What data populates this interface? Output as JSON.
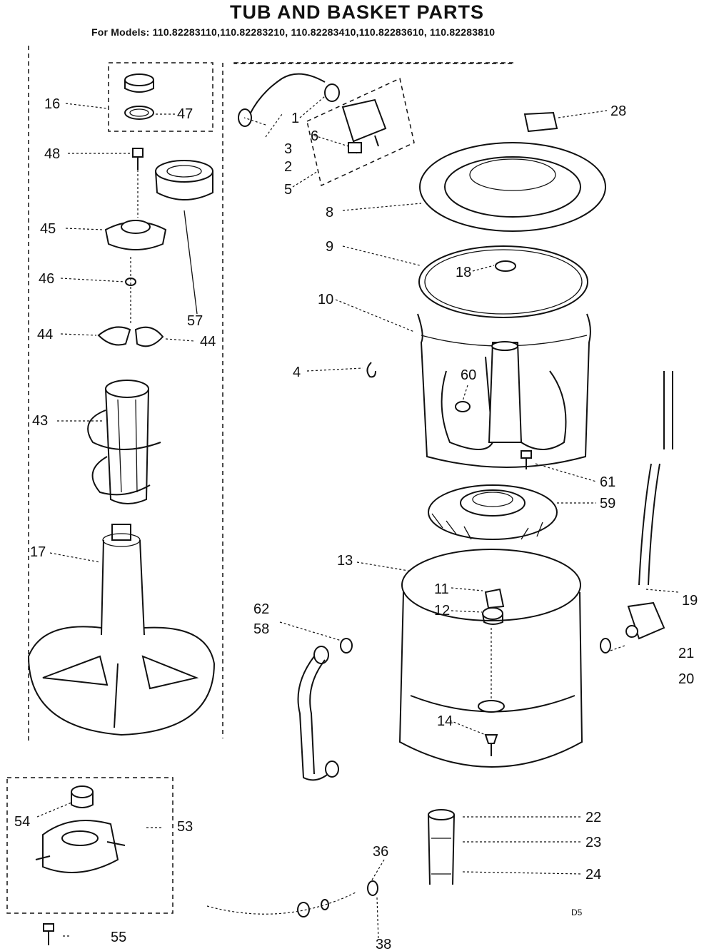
{
  "title": "TUB AND BASKET PARTS",
  "subtitle": "For Models: 110.82283110,110.82283210, 110.82283410,110.82283610, 110.82283810",
  "corner_code": "D5",
  "callouts": [
    "16",
    "47",
    "48",
    "45",
    "46",
    "44",
    "44",
    "43",
    "17",
    "57",
    "1",
    "3",
    "2",
    "6",
    "5",
    "28",
    "8",
    "9",
    "18",
    "10",
    "4",
    "60",
    "61",
    "59",
    "13",
    "11",
    "12",
    "62",
    "58",
    "14",
    "19",
    "21",
    "20",
    "22",
    "23",
    "24",
    "36",
    "38",
    "54",
    "53",
    "55"
  ]
}
